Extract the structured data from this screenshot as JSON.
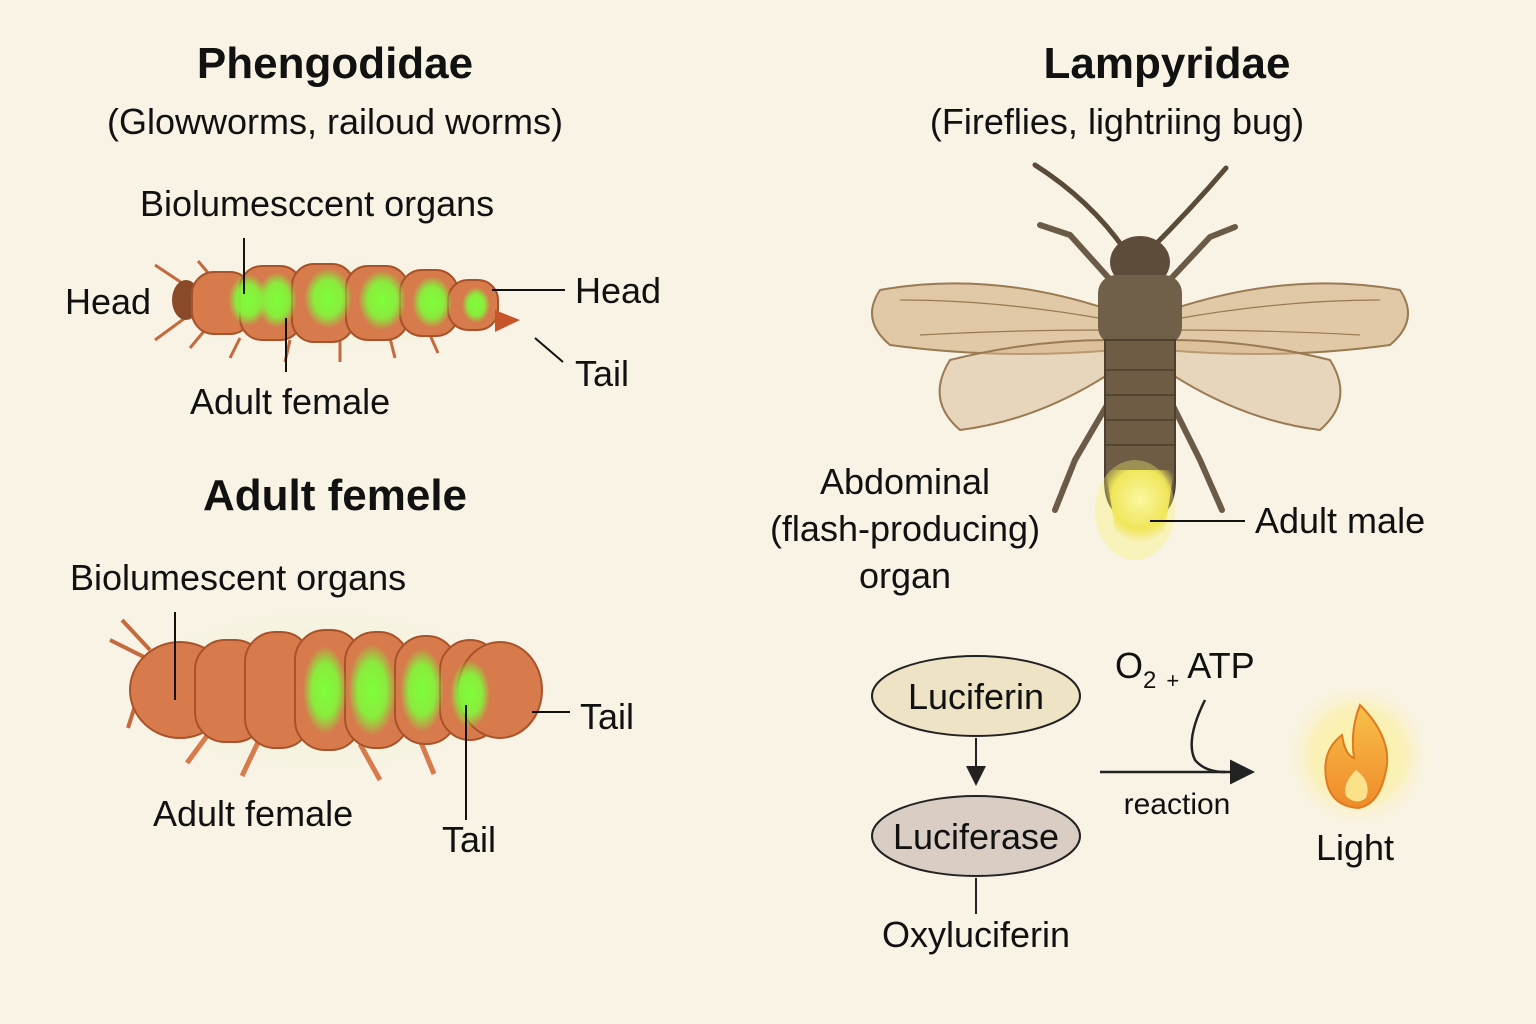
{
  "left": {
    "top_section": {
      "title": "Phengodidae",
      "subtitle": "(Glowworms, railoud worms)",
      "labels": {
        "organs": "Biolumesccent organs",
        "head_left": "Head",
        "head_right": "Head",
        "tail": "Tail",
        "adult_female": "Adult female"
      }
    },
    "bottom_section": {
      "title": "Adult femele",
      "labels": {
        "organs": "Biolumescent organs",
        "tail_right": "Tail",
        "adult_female": "Adult female",
        "tail_bottom": "Tail"
      }
    }
  },
  "right": {
    "title": "Lampyridae",
    "subtitle": "(Fireflies, lightriing bug)",
    "labels": {
      "organ_lines": [
        "Abdominal",
        "(flash-producing)",
        "organ"
      ],
      "adult_male": "Adult male"
    },
    "reaction": {
      "substrate": "Luciferin",
      "enzyme": "Luciferase",
      "product": "Oxyluciferin",
      "o2": "O",
      "o2_sub": "2",
      "plus": "+",
      "atp": "ATP",
      "arrow_label": "reaction",
      "output": "Light"
    }
  },
  "colors": {
    "background": "#f9f3e6",
    "larva_body": "#d77a4c",
    "glow": "#7dff3a",
    "firefly_body": "#6e5c45",
    "firefly_lantern": "#f6f06a",
    "wing": "#c9a77f",
    "luciferin_fill": "#efe3c6",
    "luciferase_fill": "#d9cdc4",
    "flame": "#f4a23a"
  }
}
